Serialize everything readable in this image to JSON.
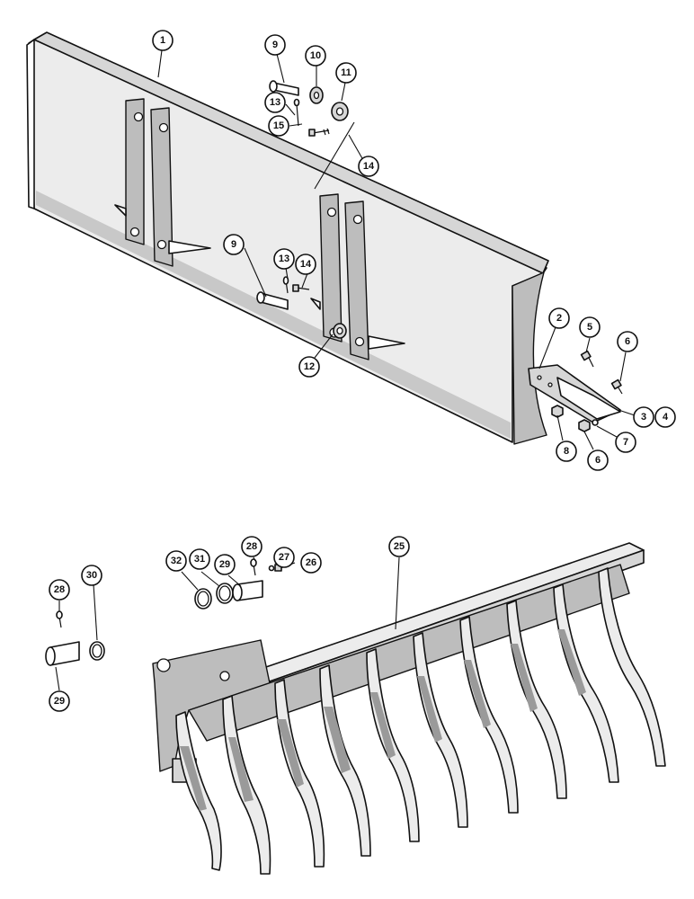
{
  "diagram": {
    "upper_assembly": {
      "callouts": [
        "1",
        "9",
        "10",
        "11",
        "13",
        "15",
        "14",
        "9",
        "13",
        "14",
        "12",
        "2",
        "5",
        "6",
        "3",
        "4",
        "7",
        "8",
        "6"
      ]
    },
    "lower_assembly": {
      "callouts": [
        "25",
        "32",
        "31",
        "29",
        "28",
        "27",
        "26",
        "28",
        "30",
        "29"
      ]
    },
    "icons": [
      "dozer-blade-icon",
      "root-rake-icon",
      "pin-icon",
      "washer-icon",
      "bushing-icon",
      "bolt-icon",
      "cotter-pin-icon",
      "nut-icon",
      "cutting-edge-icon",
      "end-bit-icon",
      "snap-ring-icon"
    ]
  }
}
